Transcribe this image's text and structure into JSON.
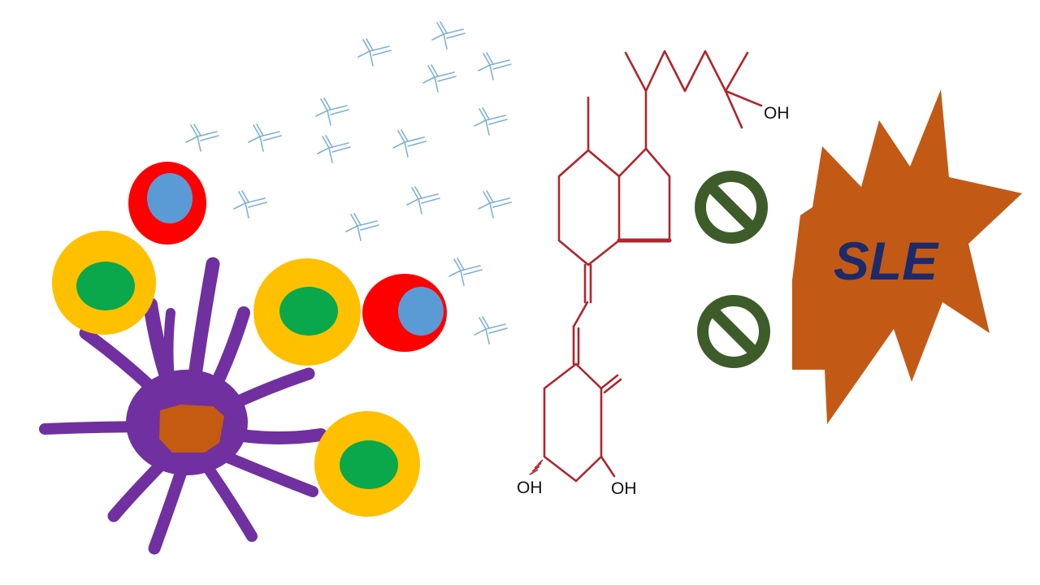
{
  "labels": {
    "hydroxyl_top": "OH",
    "hydroxyl_bottom_left": "OH",
    "hydroxyl_bottom_right": "OH",
    "disease": "SLE"
  },
  "colors": {
    "antibody": "#7fb0d6",
    "molecule_bond": "#b0252c",
    "inhibit_symbol": "#3d5c2a",
    "burst": "#c25a16",
    "disease_text": "#1b2a6b",
    "b_cell_outer": "#ffc000",
    "b_cell_nucleus": "#0aa84a",
    "red_cell_outer": "#ff0000",
    "red_cell_nucleus": "#5b9bd5",
    "dendritic_cell": "#7030a0",
    "dendritic_nucleus": "#c55a11"
  },
  "icons": {
    "antibody": "antibody-icon",
    "inhibition": "prohibition-icon",
    "burst": "starburst-shape"
  }
}
